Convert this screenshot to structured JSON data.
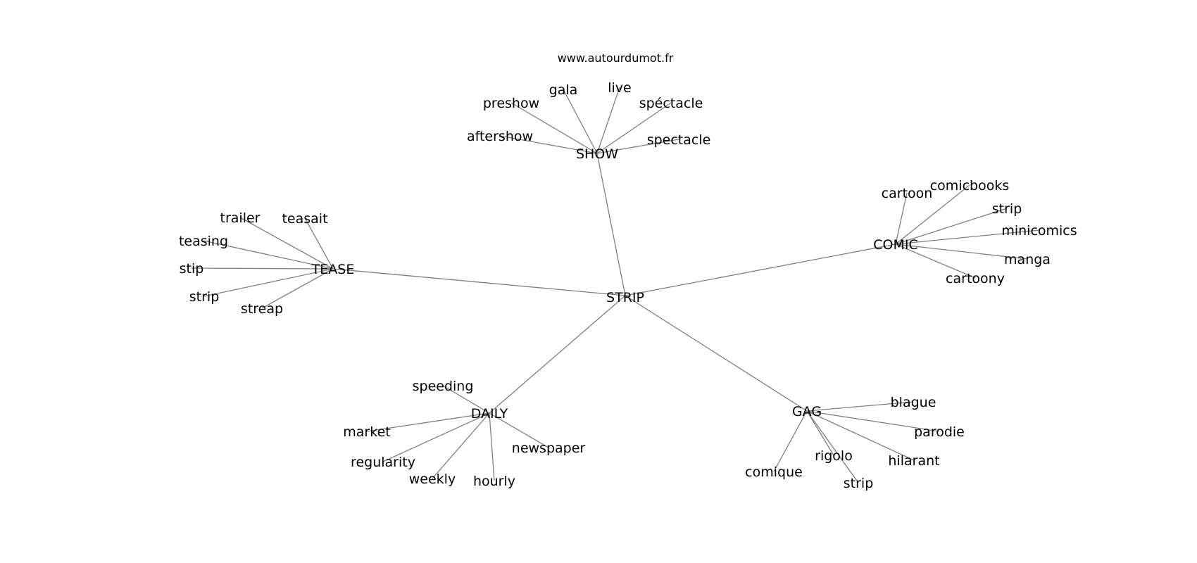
{
  "diagram": {
    "site": "www.autourdumot.fr",
    "center": "STRIP",
    "groups": [
      {
        "hub": "SHOW",
        "leaves": [
          "aftershow",
          "preshow",
          "gala",
          "live",
          "spéctacle",
          "spectacle"
        ]
      },
      {
        "hub": "TEASE",
        "leaves": [
          "trailer",
          "teasait",
          "teasing",
          "stip",
          "strip",
          "streap"
        ]
      },
      {
        "hub": "COMIC",
        "leaves": [
          "cartoon",
          "comicbooks",
          "strip",
          "minicomics",
          "manga",
          "cartoony"
        ]
      },
      {
        "hub": "DAILY",
        "leaves": [
          "speeding",
          "market",
          "regularity",
          "weekly",
          "hourly",
          "newspaper"
        ]
      },
      {
        "hub": "GAG",
        "leaves": [
          "blague",
          "parodie",
          "hilarant",
          "strip",
          "rigolo",
          "comique"
        ]
      }
    ]
  }
}
